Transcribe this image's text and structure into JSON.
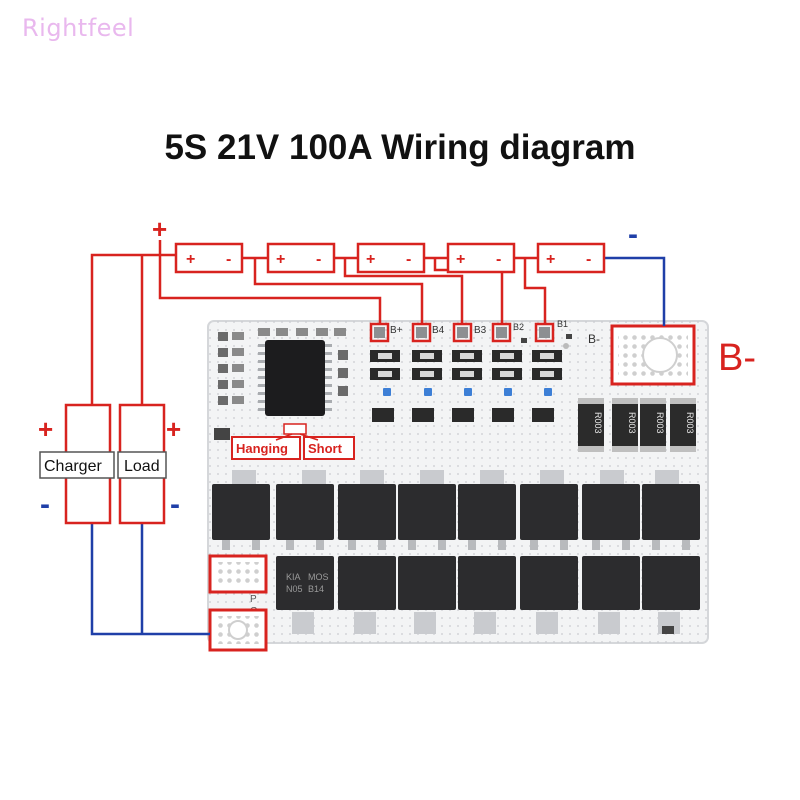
{
  "brand": {
    "watermark": "Rightfeel"
  },
  "header": {
    "title": "5S 21V 100A Wiring diagram"
  },
  "batteries": {
    "cells": [
      {
        "plus": "+",
        "minus": "-"
      },
      {
        "plus": "+",
        "minus": "-"
      },
      {
        "plus": "+",
        "minus": "-"
      },
      {
        "plus": "+",
        "minus": "-"
      },
      {
        "plus": "+",
        "minus": "-"
      }
    ],
    "pack_plus": "+",
    "pack_minus": "-"
  },
  "board": {
    "balance_labels": [
      "B+",
      "B4",
      "B3",
      "B2",
      "B1",
      "B-"
    ],
    "b_minus_terminal": "B-",
    "hanging_label": "Hanging",
    "short_label": "Short",
    "sense_resistors": [
      "R003",
      "R003",
      "R003",
      "R003"
    ],
    "mosfet_markings": [
      "KIA",
      "MOS",
      "N05",
      "B14"
    ],
    "pc_labels": [
      "P",
      "C"
    ]
  },
  "external": {
    "charger_label": "Charger",
    "load_label": "Load",
    "charger_plus": "+",
    "charger_minus": "-",
    "load_plus": "+",
    "load_minus": "-"
  },
  "colors": {
    "wire_positive": "#d8231f",
    "wire_negative": "#1f3fa8",
    "board": "#f4f5f6",
    "highlight": "#d8231f",
    "mosfet": "#2c2c2e"
  }
}
